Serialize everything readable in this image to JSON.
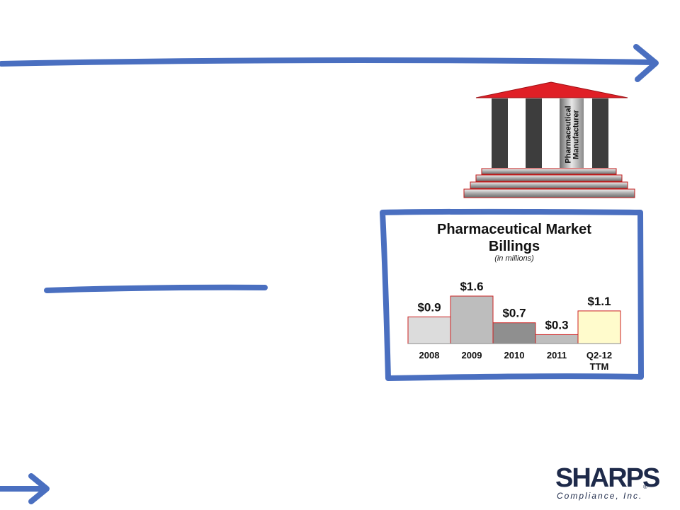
{
  "temple": {
    "column_label_line1": "Pharmaceutical",
    "column_label_line2": "Manufacturer"
  },
  "chart_data": {
    "type": "bar",
    "title_line1": "Pharmaceutical Market",
    "title_line2": "Billings",
    "subtitle": "(in millions)",
    "categories": [
      [
        "2008"
      ],
      [
        "2009"
      ],
      [
        "2010"
      ],
      [
        "2011"
      ],
      [
        "Q2-12",
        "TTM"
      ]
    ],
    "values": [
      0.9,
      1.6,
      0.7,
      0.3,
      1.1
    ],
    "data_labels": [
      "$0.9",
      "$1.6",
      "$0.7",
      "$0.3",
      "$1.1"
    ],
    "bar_colors": [
      "#dcdcdc",
      "#bdbdbd",
      "#8f8f8f",
      "#bebebe",
      "#fffbcc"
    ],
    "bar_border_color": "#cc2222",
    "ylim": [
      0,
      1.6
    ],
    "grid": false,
    "legend": "none"
  },
  "logo": {
    "name": "SHARPS",
    "registered": "®",
    "subtitle": "Compliance, Inc."
  },
  "colors": {
    "marker_blue": "#4a6fc0",
    "roof_red": "#e01f26",
    "logo_navy": "#1e2a4a"
  }
}
